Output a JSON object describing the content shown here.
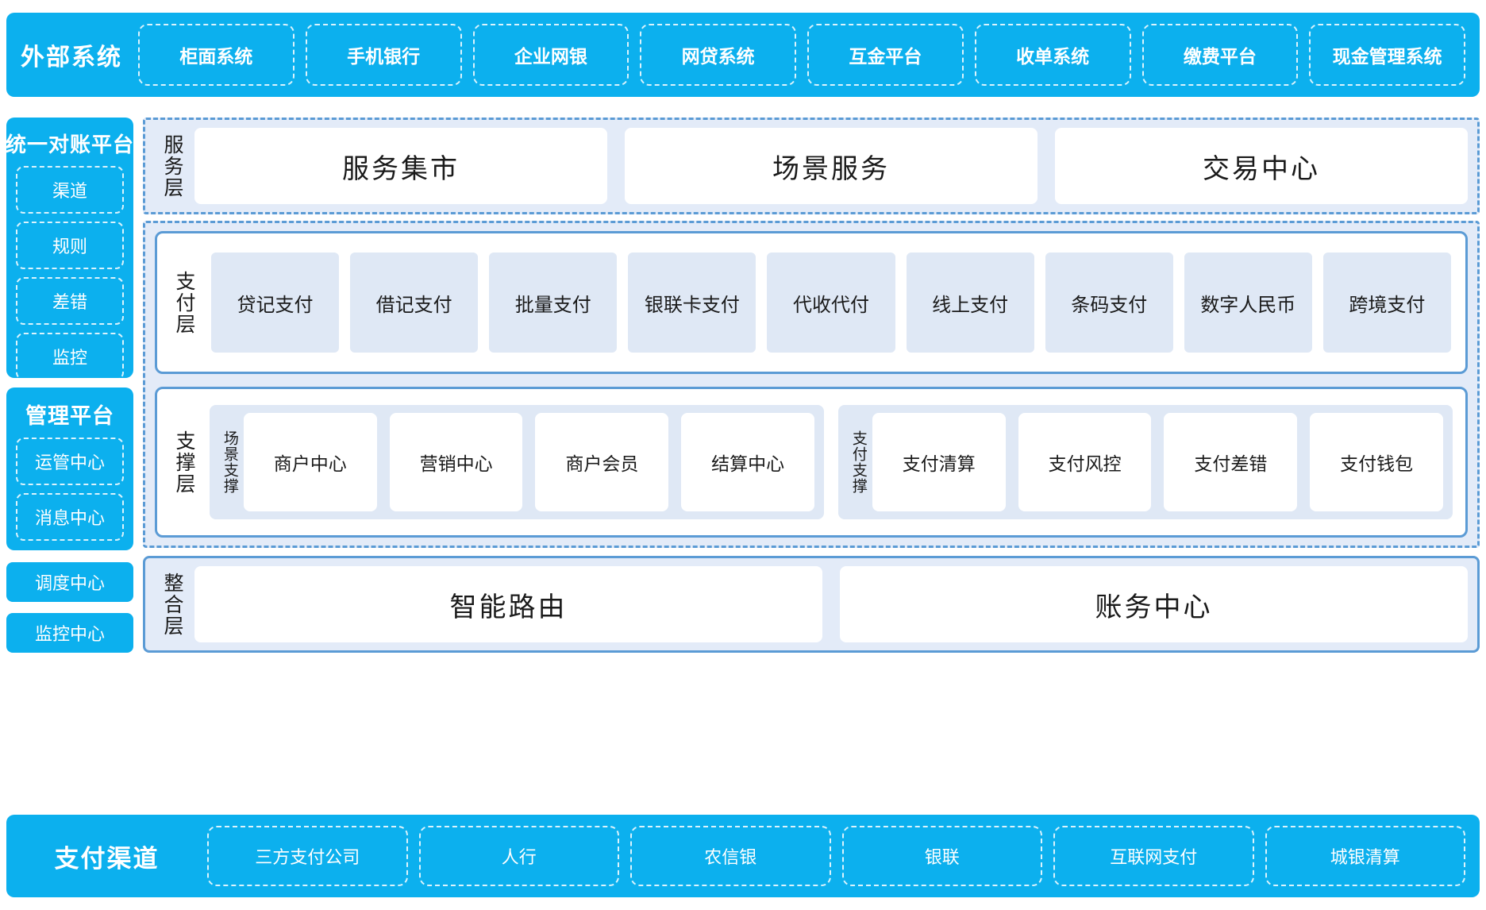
{
  "external_systems": {
    "title": "外部系统",
    "items": [
      "柜面系统",
      "手机银行",
      "企业网银",
      "网贷系统",
      "互金平台",
      "收单系统",
      "缴费平台",
      "现金管理系统"
    ]
  },
  "sidebar": {
    "recon_platform": {
      "title": "统一对账平台",
      "items": [
        "渠道",
        "规则",
        "差错",
        "监控"
      ]
    },
    "mgmt_platform": {
      "title": "管理平台",
      "items": [
        "运管中心",
        "消息中心"
      ]
    },
    "standalone": [
      {
        "label": "调度中心"
      },
      {
        "label": "监控中心"
      }
    ]
  },
  "service_layer": {
    "label": "服务层",
    "cards": [
      "服务集市",
      "场景服务",
      "交易中心"
    ]
  },
  "payment_layer": {
    "label": "支付层",
    "tiles": [
      "贷记支付",
      "借记支付",
      "批量支付",
      "银联卡支付",
      "代收代付",
      "线上支付",
      "条码支付",
      "数字人民币",
      "跨境支付"
    ]
  },
  "support_layer": {
    "label": "支撑层",
    "groups": [
      {
        "label": "场景支撑",
        "cards": [
          "商户中心",
          "营销中心",
          "商户会员",
          "结算中心"
        ]
      },
      {
        "label": "支付支撑",
        "cards": [
          "支付清算",
          "支付风控",
          "支付差错",
          "支付钱包"
        ]
      }
    ]
  },
  "integration_layer": {
    "label": "整合层",
    "cards": [
      "智能路由",
      "账务中心"
    ]
  },
  "payment_channels": {
    "title": "支付渠道",
    "items": [
      "三方支付公司",
      "人行",
      "农信银",
      "银联",
      "互联网支付",
      "城银清算"
    ]
  },
  "colors": {
    "brand_blue": "#0cb0ee",
    "panel_blue": "#e3ebf8",
    "tile_blue": "#dfe8f5",
    "border_blue": "#5b9bd5",
    "white": "#ffffff"
  }
}
